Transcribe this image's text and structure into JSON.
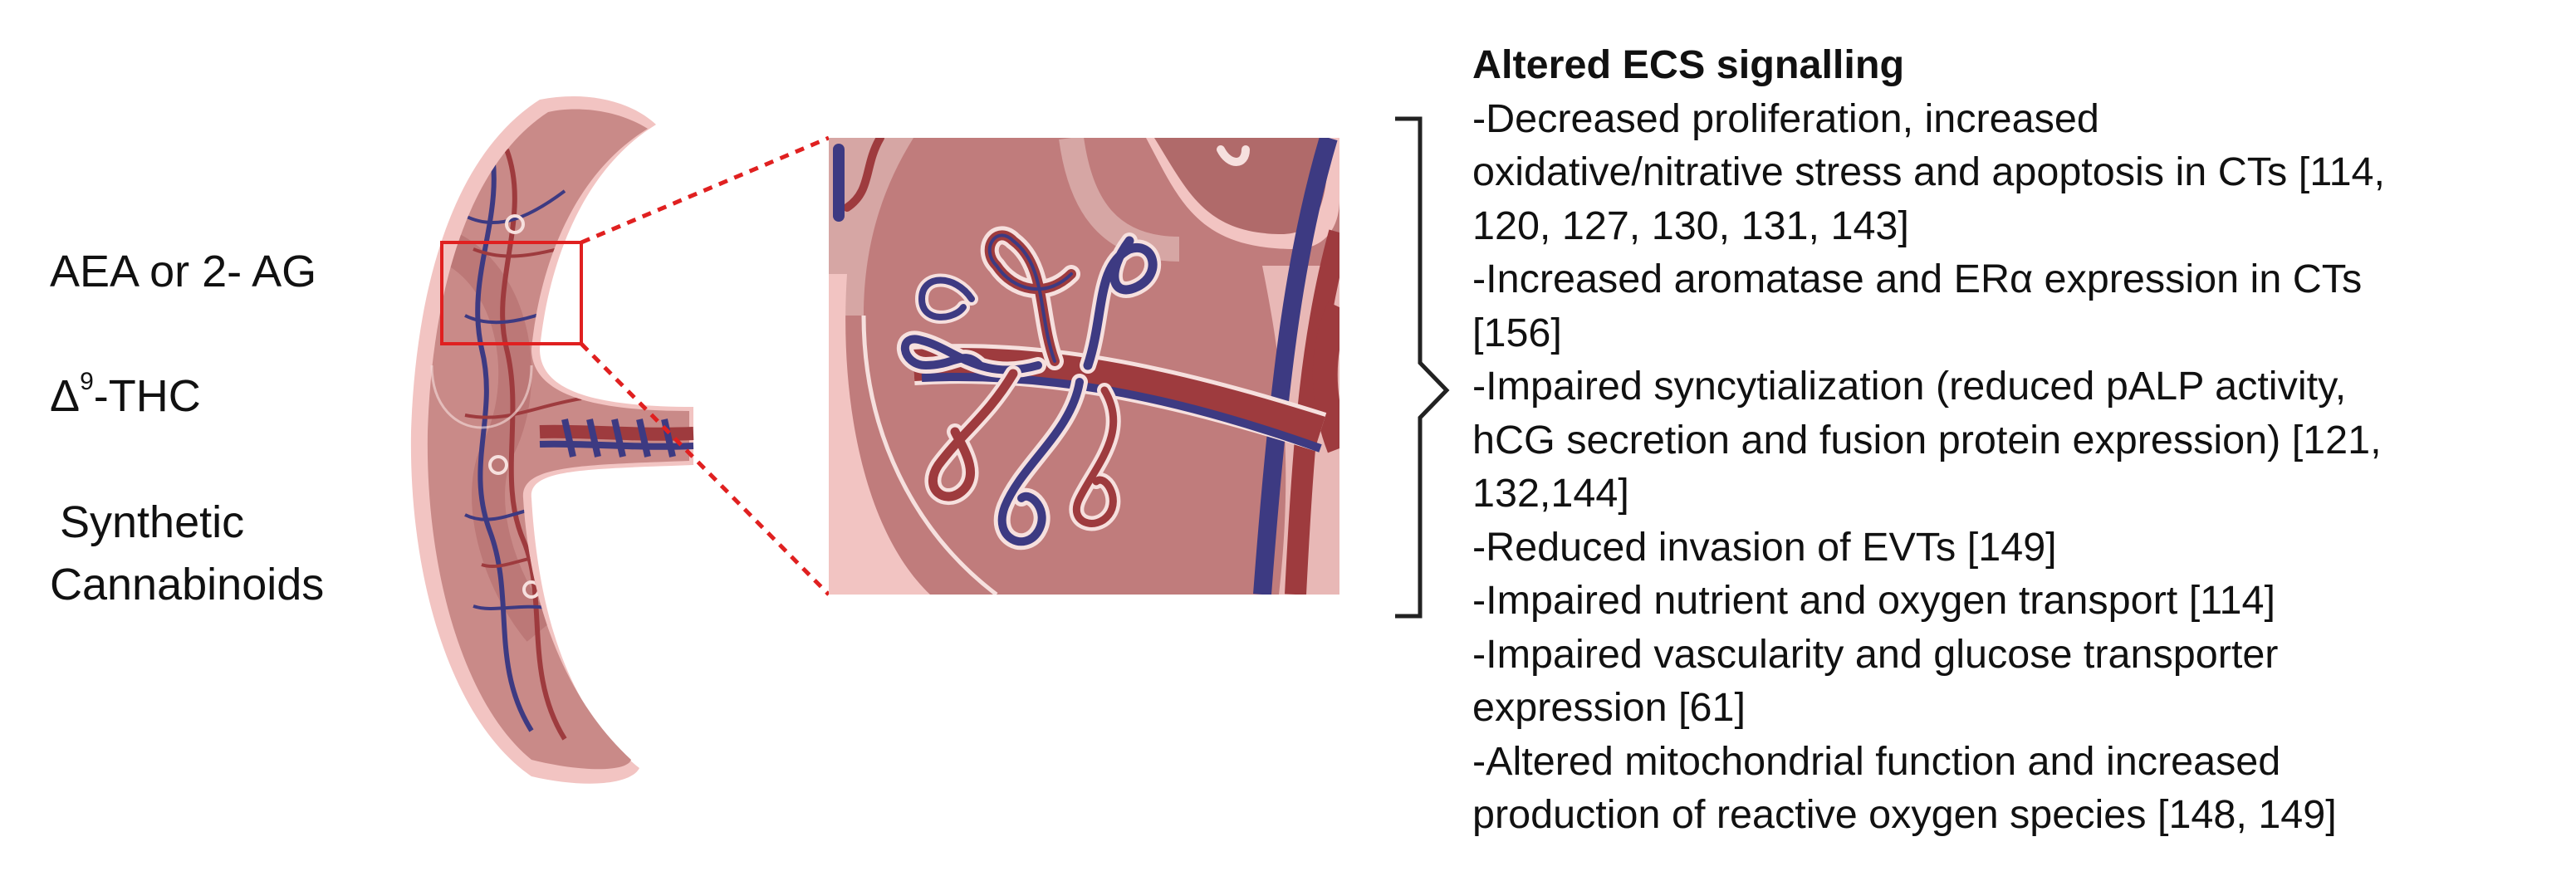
{
  "exposures": {
    "aea": "AEA or 2- AG",
    "thc_prefix": "Δ",
    "thc_sup": "9",
    "thc_suffix": "-THC",
    "synthetic_line1": "Synthetic",
    "synthetic_line2": "Cannabinoids"
  },
  "outcomes": {
    "heading": "Altered ECS signalling",
    "lines": [
      "-Decreased proliferation, increased",
      "oxidative/nitrative stress and apoptosis in CTs [114,",
      "120, 127, 130, 131, 143]",
      "-Increased aromatase and ERα expression in CTs",
      "[156]",
      "-Impaired syncytialization (reduced pALP activity,",
      "hCG secretion and fusion protein expression)  [121,",
      "132,144]",
      "-Reduced invasion of EVTs [149]",
      "-Impaired nutrient and oxygen transport [114]",
      "-Impaired vascularity and glucose transporter",
      "expression [61]",
      "-Altered mitochondrial function and increased",
      "production of reactive oxygen species [148, 149]"
    ]
  },
  "colors": {
    "placenta_outer": "#f2c4c2",
    "placenta_tissue": "#c98a88",
    "placenta_deep": "#b06a6a",
    "vein_blue": "#3d3a82",
    "artery_red": "#9e3b3e",
    "highlight_box": "#e02020",
    "zoom_lines": "#e02020",
    "bracket": "#222222"
  }
}
